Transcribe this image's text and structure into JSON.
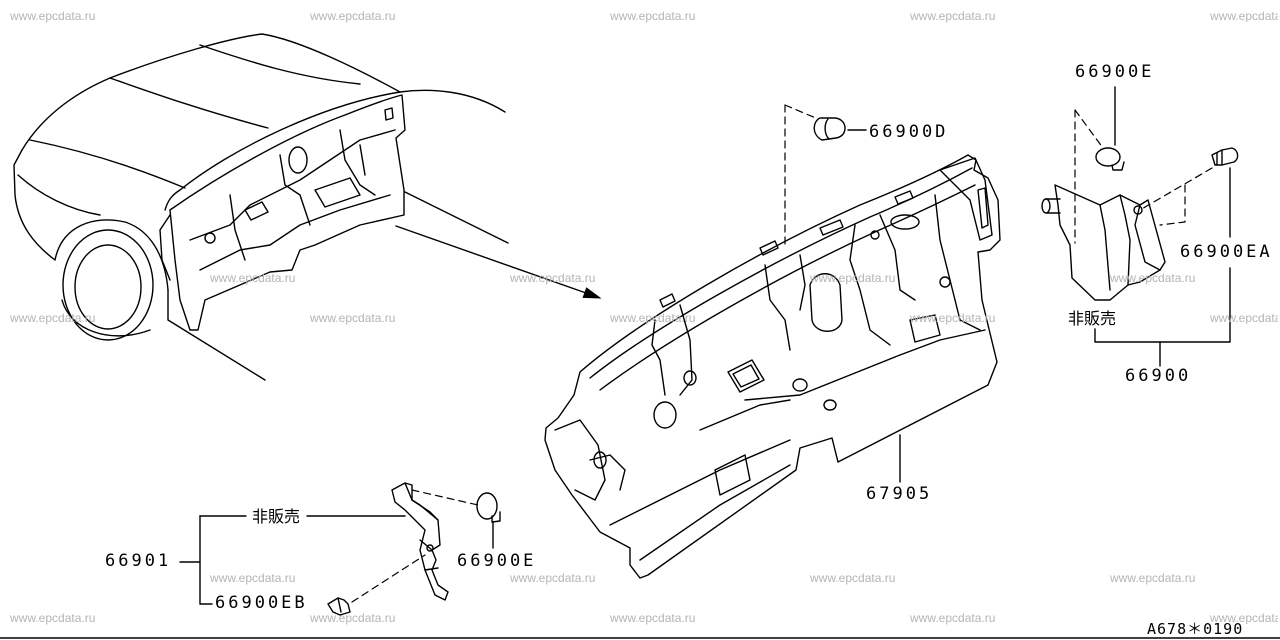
{
  "watermark": "www.epcdata.ru",
  "callouts": {
    "clip_66900D": "66900D",
    "clip_66900E_upper": "66900E",
    "clip_66900EA": "66900EA",
    "not_for_sale_upper": "非販売",
    "assembly_66900": "66900",
    "panel_67905": "67905",
    "assembly_66901": "66901",
    "not_for_sale_lower": "非販売",
    "clip_66900EB": "66900EB",
    "clip_66900E_lower": "66900E"
  },
  "figure_code": "A678＊0190"
}
